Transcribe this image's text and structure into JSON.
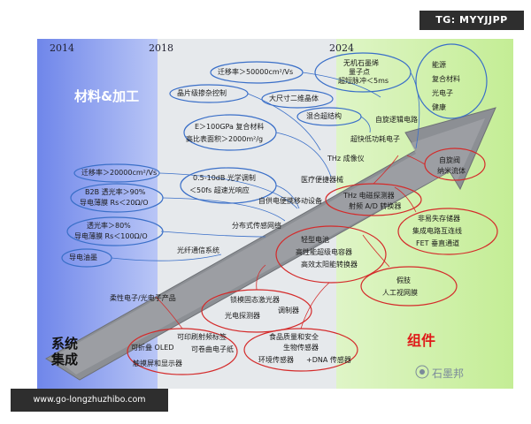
{
  "watermark_top": "TG: MYYJJPP",
  "watermark_bottom": "www.go-longzhuzhibo.com",
  "logo_text": "石墨邦",
  "years": [
    "2014",
    "2018",
    "2024"
  ],
  "sections": {
    "materials": "材料&加工",
    "systems_line1": "系统",
    "systems_line2": "集成",
    "components": "组件"
  },
  "materials_labels": {
    "mobility_20000": "迁移率＞20000cm²/Vs",
    "b2b": "B2B 透光率＞90%",
    "rs_20": "导电薄膜 Rs＜20Ω/O",
    "transmit_80": "透光率＞80%",
    "rs_100": "导电薄膜 Rs＜100Ω/O",
    "ink": "导电油墨"
  },
  "middle_labels": {
    "mobility_50000": "迁移率＞50000cm²/Vs",
    "impurity": "晶片级掺杂控制",
    "large_2d": "大尺寸二维晶体",
    "composite": "E＞100GPa 复合材料",
    "surface_area": "高比表面积＞2000m²/g",
    "optical_mod": "0.5-10dB 光学调制",
    "sub50fs": "＜50fs 超速光响应",
    "hetero": "混合超结构"
  },
  "top_labels": {
    "new_graphene_l1": "无机石墨烯",
    "new_graphene_l2": "量子点",
    "ultra_short": "超短脉冲＜5ms",
    "energy": "能源",
    "composite_mat": "复合材料",
    "photonics": "光电子",
    "health": "健康"
  },
  "arrow_labels": {
    "flex_electronics": "柔性电子/光电子产品",
    "fiber_comm": "光纤通信系统",
    "distributed_sensor": "分布式传感网络",
    "self_powered": "自供电便携移动设备",
    "medical": "医疗便捷器械",
    "thz": "THz 成像仪",
    "high_freq": "超快低功耗电子",
    "spintronics": "自旋逻辑电路"
  },
  "bottom_labels": {
    "printable_rfid": "可印刷射频标签",
    "foldable_oled": "可折叠 OLED",
    "wearable": "可卷曲电子纸",
    "touch": "触摸屏和显示器",
    "mode_lock": "锁模固态激光器",
    "photodetector": "光电探测器",
    "modulator": "调制器",
    "battery": "轻型电池",
    "supercap": "高性能超级电容器",
    "solar": "高效太阳能转换器",
    "food_safety": "食品质量和安全",
    "bio_sensor": "生物传感器",
    "env_sensor": "环境传感器",
    "dna_sensor": "+DNA 传感器"
  },
  "right_labels": {
    "thz_detector": "THz 电磁探测器",
    "rf_converter": "射频 A/D 转换器",
    "spin_valve": "自旋阀",
    "nano_fluid": "纳米流体",
    "nems": "非易失存储器",
    "integrated_sensor": "集成电路互连线",
    "fet": "FET 垂直通道",
    "prosthetics": "假肢",
    "artificial_retina": "人工视网膜"
  },
  "colors": {
    "materials_bg": "#6f86ea",
    "middle_bg": "#e6e9ec",
    "components_bg": "#c4ed95",
    "arrow": "#8c8f94",
    "ellipse_blue": "#3a6fc8",
    "ellipse_red": "#d42a2a",
    "components_text": "#e01818",
    "materials_text": "#ffffff"
  }
}
